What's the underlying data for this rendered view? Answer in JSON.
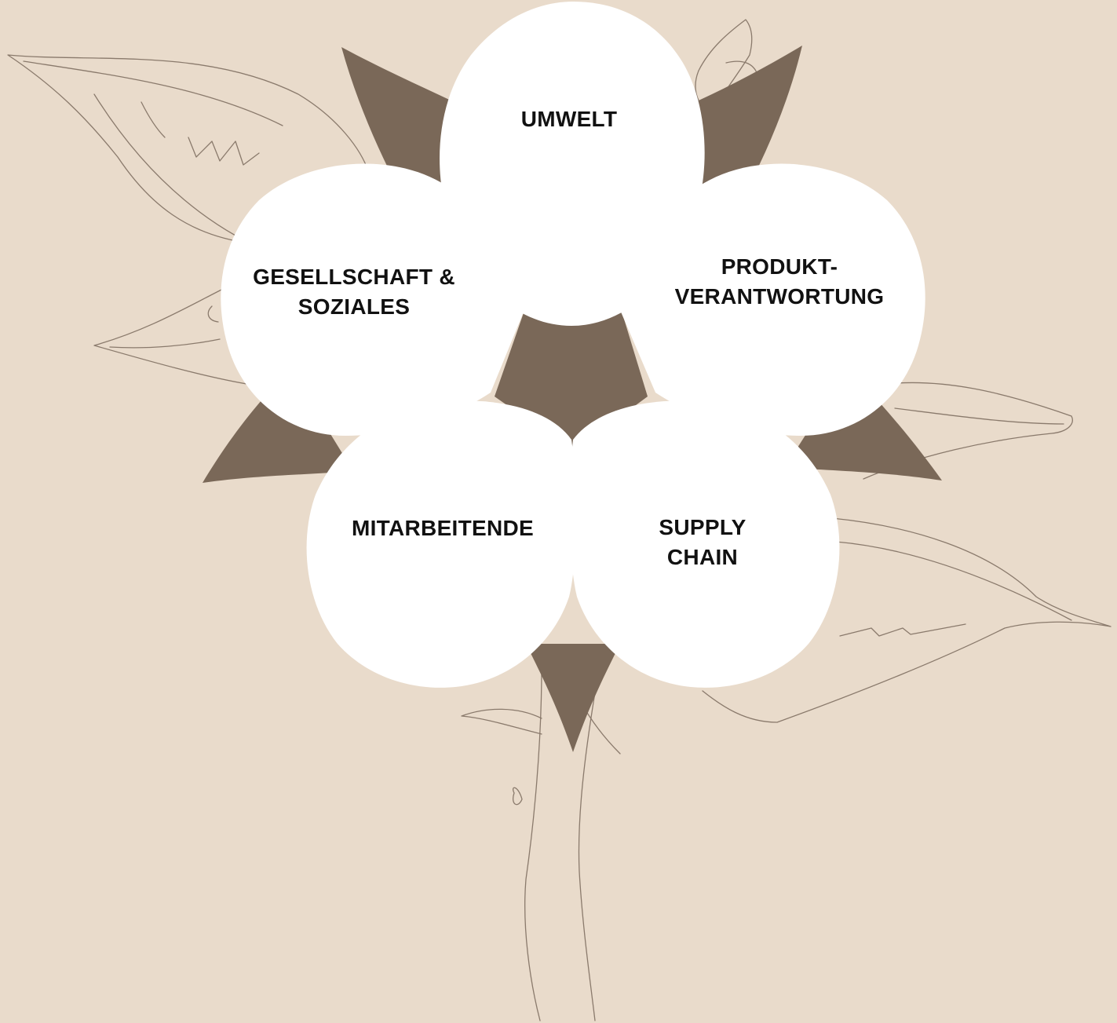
{
  "colors": {
    "background": "#e9dbcb",
    "petal": "#ffffff",
    "sepal": "#7a6858",
    "line_art": "#8a7a6c",
    "label_text": "#111111"
  },
  "petals": [
    {
      "id": "umwelt",
      "label": "UMWELT"
    },
    {
      "id": "produktverantwortung",
      "label": "PRODUKT-\nVERANTWORTUNG"
    },
    {
      "id": "supply-chain",
      "label": "SUPPLY\nCHAIN"
    },
    {
      "id": "mitarbeitende",
      "label": "MITARBEITENDE"
    },
    {
      "id": "gesellschaft",
      "label": "GESELLSCHAFT &\nSOZIALES"
    }
  ]
}
